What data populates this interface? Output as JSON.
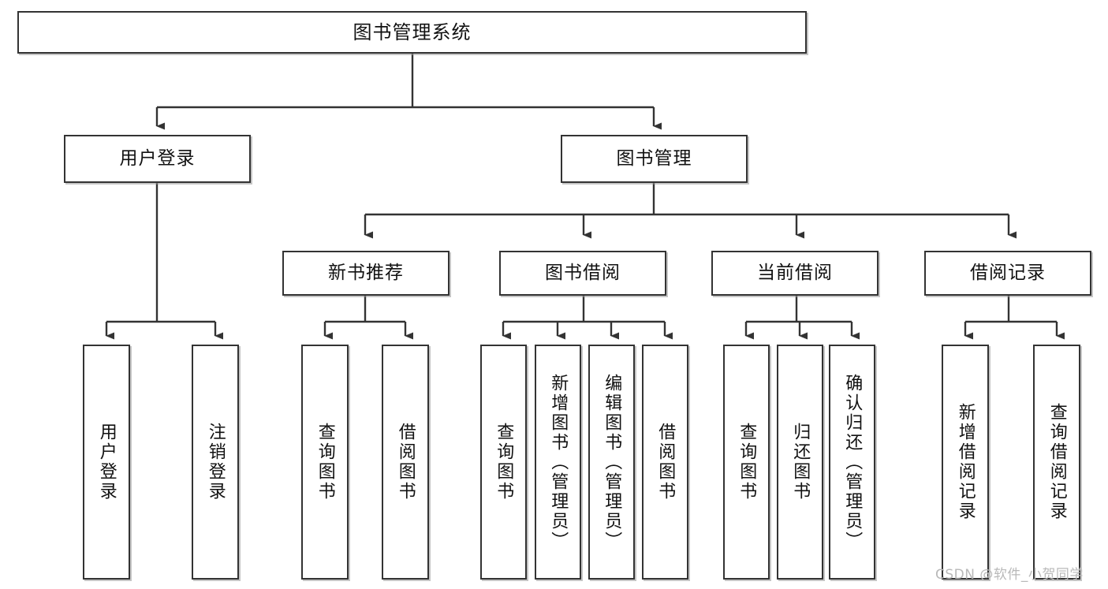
{
  "diagram": {
    "type": "tree",
    "title": "图书管理系统",
    "root": {
      "label": "图书管理系统"
    },
    "level1": [
      {
        "label": "用户登录"
      },
      {
        "label": "图书管理"
      }
    ],
    "level2": [
      {
        "label": "新书推荐"
      },
      {
        "label": "图书借阅"
      },
      {
        "label": "当前借阅"
      },
      {
        "label": "借阅记录"
      }
    ],
    "leaves": {
      "user_login": [
        {
          "label": "用户登录"
        },
        {
          "label": "注销登录"
        }
      ],
      "new_book_recommend": [
        {
          "label": "查询图书"
        },
        {
          "label": "借阅图书"
        }
      ],
      "book_borrow": [
        {
          "label": "查询图书"
        },
        {
          "label": "新增图书（管理员）"
        },
        {
          "label": "编辑图书（管理员）"
        },
        {
          "label": "借阅图书"
        }
      ],
      "current_borrow": [
        {
          "label": "查询图书"
        },
        {
          "label": "归还图书"
        },
        {
          "label": "确认归还（管理员）"
        }
      ],
      "borrow_record": [
        {
          "label": "新增借阅记录"
        },
        {
          "label": "查询借阅记录"
        }
      ]
    }
  },
  "watermark": {
    "text": "CSDN @软件_小贺同学"
  },
  "colors": {
    "box_border": "#333333",
    "box_fill": "#ffffff",
    "line": "#333333",
    "text": "#111111",
    "watermark": "#b9b9b9"
  }
}
